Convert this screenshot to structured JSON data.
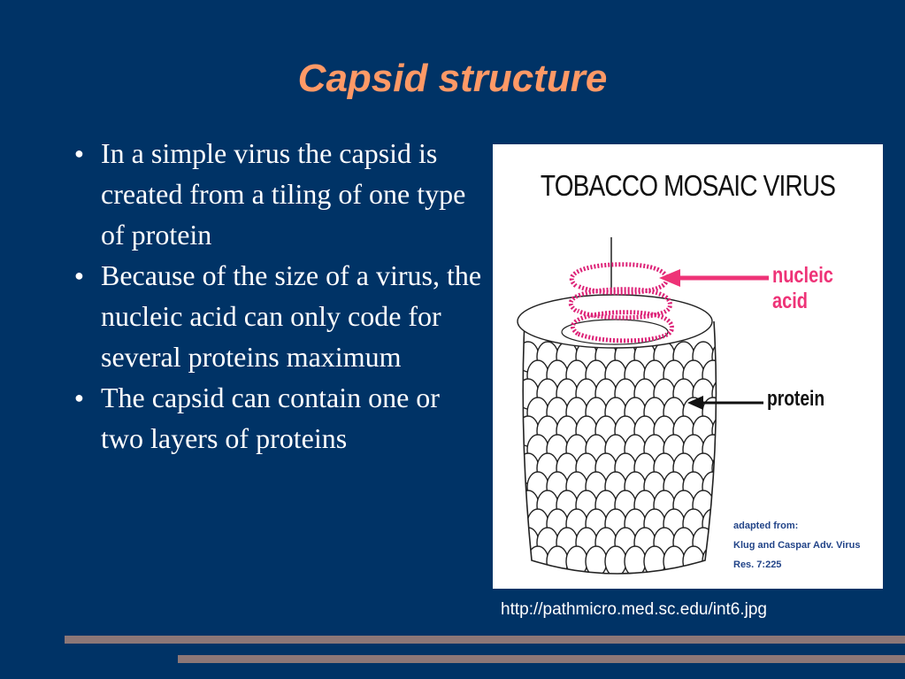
{
  "slide": {
    "title": "Capsid structure",
    "bullets": [
      "In a simple virus the capsid is created from a tiling of one type of protein",
      "Because of the size of a virus, the nucleic acid can only code for several proteins maximum",
      "The capsid can contain one or two layers of proteins"
    ],
    "bullet_glyph": "●",
    "figure": {
      "title": "TOBACCO MOSAIC VIRUS",
      "label_nucleic_acid": "nucleic acid",
      "label_protein": "protein",
      "credit_line1": "adapted from:",
      "credit_line2": "Klug and Caspar Adv. Virus Res. 7:225"
    },
    "source_url": "http://pathmicro.med.sc.edu/int6.jpg"
  },
  "colors": {
    "background": "#003366",
    "title": "#ff9966",
    "body_text": "#ffffff",
    "nucleic_acid": "#ee3377",
    "divider_bars": "#8c7777"
  }
}
